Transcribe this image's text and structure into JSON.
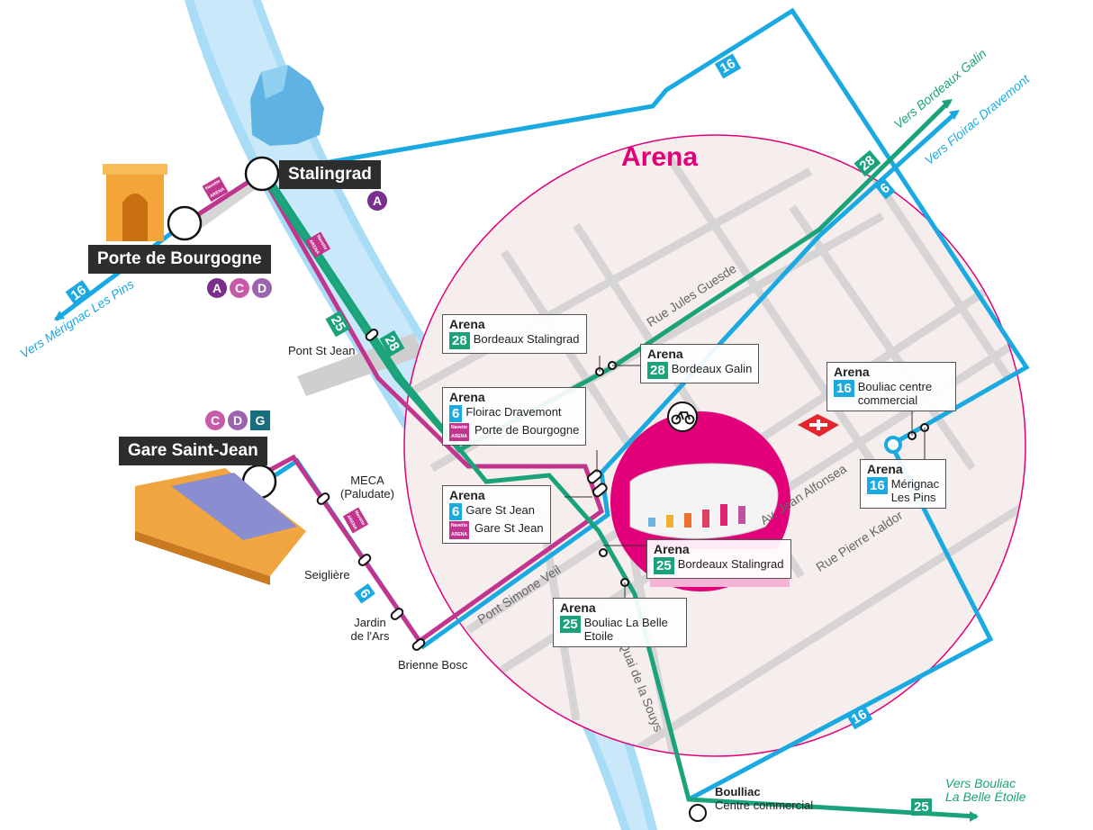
{
  "title": "Arena",
  "colors": {
    "line16": "#1ba9e1",
    "line6": "#1ba9e1",
    "line25": "#1aa37a",
    "line28": "#1aa37a",
    "navette": "#c2358e",
    "arena": "#e2007a",
    "river": "#a9dcf6",
    "tramA": "#7b2f8c",
    "tramC": "#c75ba8",
    "tramD": "#9a64ae",
    "tramG": "#176e7f"
  },
  "stations": {
    "stalingrad": {
      "name": "Stalingrad",
      "trams": [
        "A"
      ]
    },
    "porte_bourgogne": {
      "name": "Porte de Bourgogne",
      "trams": [
        "A",
        "C",
        "D"
      ]
    },
    "gare_saint_jean": {
      "name": "Gare Saint-Jean",
      "trams": [
        "C",
        "D",
        "G"
      ]
    },
    "boulliac": {
      "name": "Boulliac",
      "sub": "Centre commercial"
    }
  },
  "stops": [
    "Pont St Jean",
    "MECA (Paludate)",
    "Seiglière",
    "Jardin de l'Ars",
    "Brienne Bosc"
  ],
  "directions": {
    "merignac": "Vers Mérignac Les Pins",
    "galin": "Vers Bordeaux Galin",
    "floirac": "Vers Floirac Dravemont",
    "bouliac1": "Vers Bouliac",
    "bouliac2": "La Belle Étoile"
  },
  "line_badges": {
    "l16": "16",
    "l6": "6",
    "l25": "25",
    "l28": "28"
  },
  "navette_label": "Navette ARENA",
  "roads": [
    "Rue Jules Guesde",
    "Av. Jean Alfonsea",
    "Rue Pierre Kaldor",
    "Pont Simone Veil",
    "Quai de la Souys"
  ],
  "arena_stops": [
    {
      "title": "Arena",
      "rows": [
        {
          "line": "28",
          "dest": "Bordeaux Stalingrad"
        }
      ]
    },
    {
      "title": "Arena",
      "rows": [
        {
          "line": "28",
          "dest": "Bordeaux Galin"
        }
      ]
    },
    {
      "title": "Arena",
      "rows": [
        {
          "line": "6",
          "dest": "Floirac Dravemont"
        },
        {
          "line": "Navette ARENA",
          "dest": "Porte de Bourgogne"
        }
      ]
    },
    {
      "title": "Arena",
      "rows": [
        {
          "line": "6",
          "dest": "Gare St Jean"
        },
        {
          "line": "Navette ARENA",
          "dest": "Gare St Jean"
        }
      ]
    },
    {
      "title": "Arena",
      "rows": [
        {
          "line": "25",
          "dest": "Bordeaux Stalingrad"
        }
      ]
    },
    {
      "title": "Arena",
      "rows": [
        {
          "line": "25",
          "dest": "Bouliac La Belle Etoile"
        }
      ]
    },
    {
      "title": "Arena",
      "rows": [
        {
          "line": "16",
          "dest": "Bouliac centre commercial"
        }
      ]
    },
    {
      "title": "Arena",
      "rows": [
        {
          "line": "16",
          "dest": "Mérignac Les Pins"
        }
      ]
    }
  ]
}
